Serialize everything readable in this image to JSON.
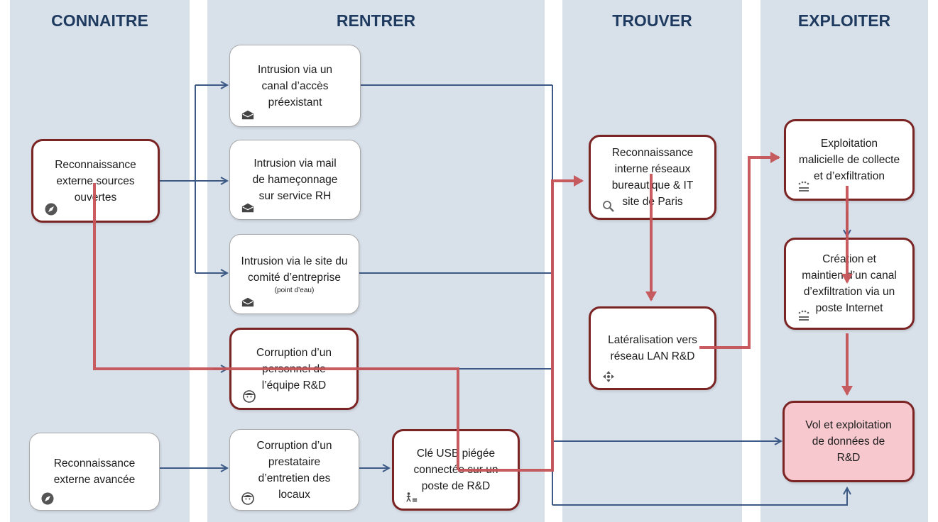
{
  "columns": [
    {
      "title": "CONNAITRE"
    },
    {
      "title": "RENTRER"
    },
    {
      "title": "TROUVER"
    },
    {
      "title": "EXPLOITER"
    }
  ],
  "nodes": {
    "recon_ext_src": {
      "line1": "Reconnaissance",
      "line2": "externe sources",
      "line3": "ouvertes",
      "icon": "compass-icon"
    },
    "recon_ext_adv": {
      "line1": "Reconnaissance",
      "line2": "externe avancée",
      "icon": "compass-icon"
    },
    "intr_canal": {
      "line1": "Intrusion via un",
      "line2": "canal d’accès",
      "line3": "préexistant",
      "icon": "envelope-icon"
    },
    "intr_mail": {
      "line1": "Intrusion via mail",
      "line2": "de hameçonnage",
      "line3": "sur service RH",
      "icon": "envelope-icon"
    },
    "intr_site": {
      "line1": "Intrusion via le site du",
      "line2": "comité d’entreprise",
      "note": "(point d’eau)",
      "icon": "envelope-icon"
    },
    "corr_perso": {
      "line1": "Corruption d’un",
      "line2": "personnel de",
      "line3": "l’équipe R&D",
      "icon": "face-icon"
    },
    "corr_presta": {
      "line1": "Corruption d’un",
      "line2": "prestataire",
      "line3": "d’entretien des",
      "line4": "locaux",
      "icon": "face-icon"
    },
    "cle_usb": {
      "line1": "Clé USB piégée",
      "line2": "connectée sur un",
      "line3": "poste de R&D",
      "icon": "person-device-icon"
    },
    "recon_int": {
      "line1": "Reconnaissance",
      "line2": "interne réseaux",
      "line3": "bureautique & IT",
      "line4": "site de Paris",
      "icon": "magnifier-icon"
    },
    "lateral": {
      "line1": "Latéralisation vers",
      "line2": "réseau LAN R&D",
      "icon": "arrows-cross-icon"
    },
    "exploit_mal": {
      "line1": "Exploitation",
      "line2": "malicielle de collecte",
      "line3": "et d’exfiltration",
      "icon": "dotted-sun-icon"
    },
    "creation": {
      "line1": "Création et",
      "line2": "maintien d’un canal",
      "line3": "d’exfiltration via un",
      "line4": "poste Internet",
      "icon": "dotted-sun-icon"
    },
    "vol": {
      "line1": "Vol et exploitation",
      "line2": "de données de",
      "line3": "R&D"
    }
  },
  "colors": {
    "column_bg": "#d8e0ea",
    "title": "#1f3a5f",
    "blue_arrow": "#3d5a87",
    "red_path": "#c65458",
    "highlight_border": "#7a2424",
    "target_fill": "#f7c9cf"
  }
}
